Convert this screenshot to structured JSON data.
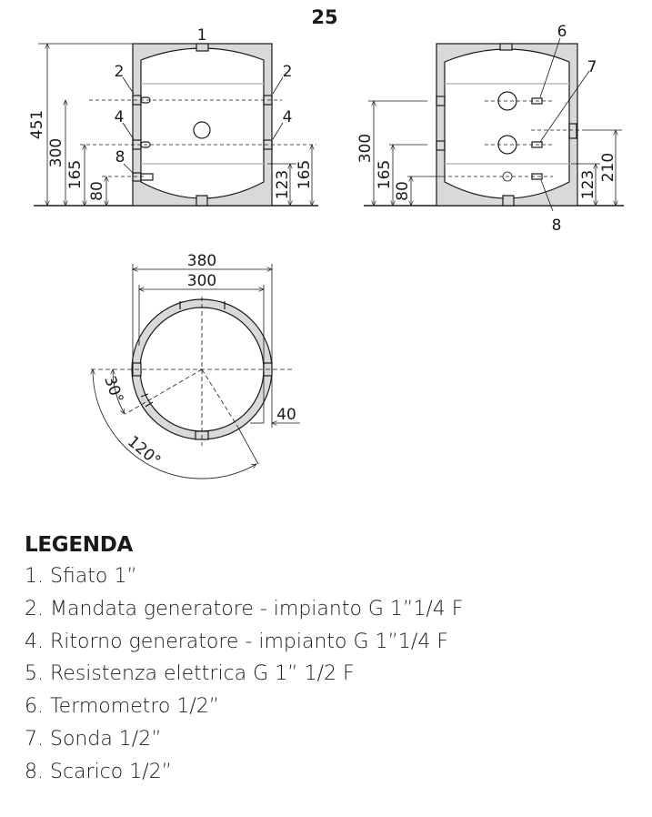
{
  "title": "25",
  "front_view": {
    "labels": [
      "1",
      "2",
      "2",
      "4",
      "4",
      "8"
    ],
    "dims_left": [
      "451",
      "300",
      "165",
      "80"
    ],
    "dims_right": [
      "123",
      "165"
    ]
  },
  "side_view": {
    "labels": [
      "6",
      "7",
      "8"
    ],
    "dims_left": [
      "300",
      "165",
      "80"
    ],
    "dims_right": [
      "123",
      "210"
    ]
  },
  "top_view": {
    "dims": [
      "380",
      "300",
      "40",
      "30°",
      "120°"
    ]
  },
  "legend": {
    "title": "LEGENDA",
    "items": [
      "1. Sfiato 1”",
      "2. Mandata generatore - impianto G 1”1/4 F",
      "4. Ritorno generatore - impianto G 1”1/4 F",
      "5. Resistenza elettrica G 1” 1/2 F",
      "6. Termometro 1/2”",
      "7. Sonda 1/2”",
      "8. Scarico 1/2”"
    ]
  },
  "colors": {
    "insulation": "#d9d9d9",
    "line": "#1a1a1a"
  }
}
